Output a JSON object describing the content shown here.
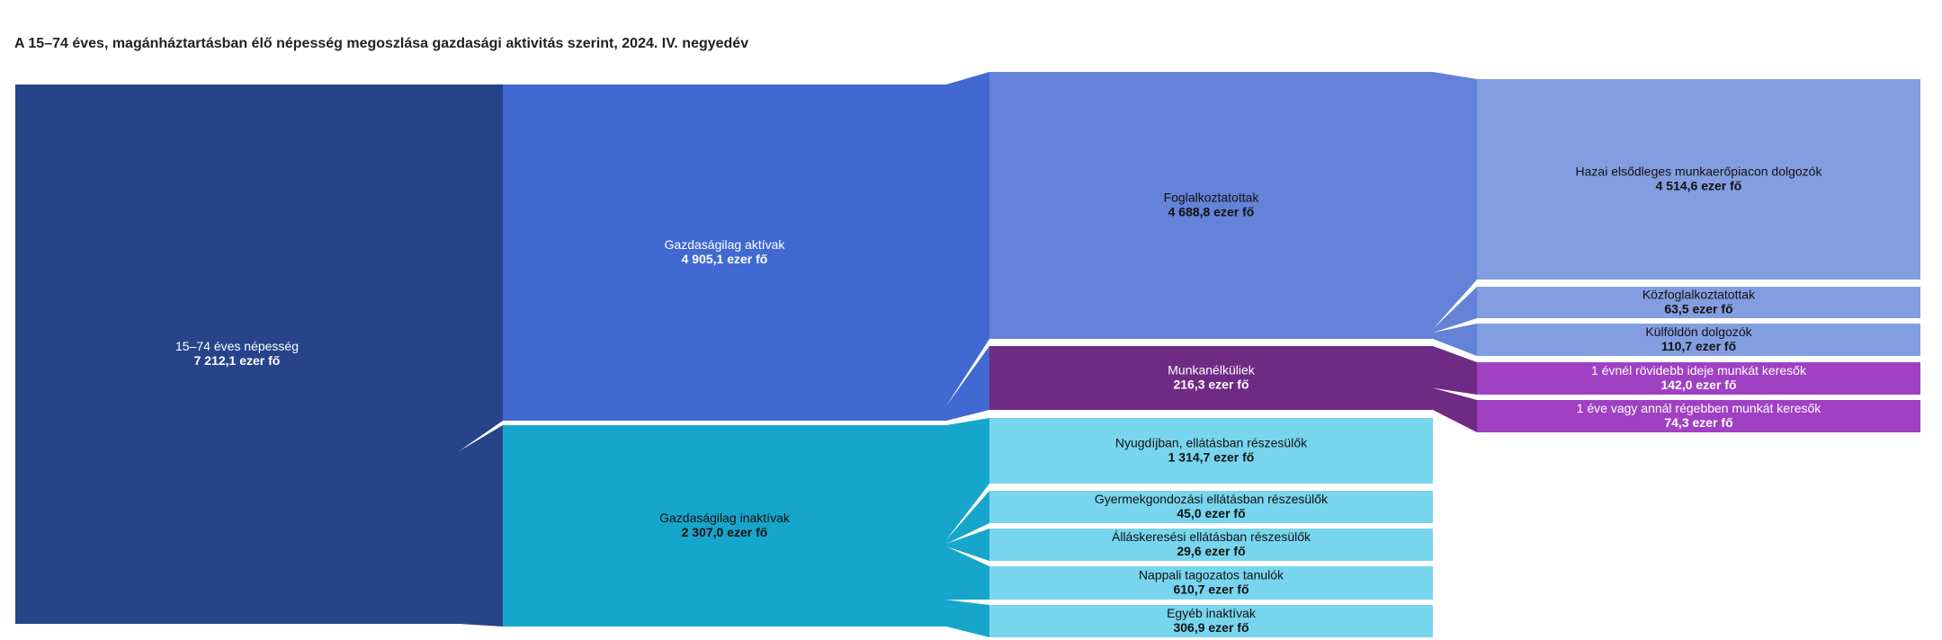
{
  "title": "A 15–74 éves, magánháztartásban élő népesség megoszlása gazdasági aktivitás szerint, 2024. IV. negyedév",
  "unit": "ezer fő",
  "colors": {
    "population": "#27448b",
    "active": "#4169d1",
    "employed": "#6382d8",
    "employed_sub": "#839ee0",
    "unemployed": "#6f2a84",
    "unemployed_sub": "#a040c3",
    "inactive": "#17a6cb",
    "inactive_sub": "#78d5ee"
  },
  "nodes": [
    {
      "id": "pop",
      "col": 0,
      "label": "15–74 éves népesség",
      "value": "7 212,1 ezer fő",
      "color": "population",
      "text": "#ffffff"
    },
    {
      "id": "act",
      "col": 1,
      "label": "Gazdaságilag aktívak",
      "value": "4 905,1 ezer fő",
      "color": "active",
      "text": "#ffffff"
    },
    {
      "id": "inact",
      "col": 1,
      "label": "Gazdaságilag inaktívak",
      "value": "2 307,0 ezer fő",
      "color": "inactive",
      "text": "#111111"
    },
    {
      "id": "emp",
      "col": 2,
      "label": "Foglalkoztatottak",
      "value": "4 688,8 ezer fő",
      "color": "employed",
      "text": "#111111"
    },
    {
      "id": "unemp",
      "col": 2,
      "label": "Munkanélküliek",
      "value": "216,3 ezer fő",
      "color": "unemployed",
      "text": "#ffffff"
    },
    {
      "id": "ret",
      "col": 2,
      "label": "Nyugdíjban, ellátásban részesülők",
      "value": "1 314,7 ezer fő",
      "color": "inactive_sub",
      "text": "#111111"
    },
    {
      "id": "child",
      "col": 2,
      "label": "Gyermekgondozási ellátásban részesülők",
      "value": "45,0 ezer fő",
      "color": "inactive_sub",
      "text": "#111111"
    },
    {
      "id": "jobs",
      "col": 2,
      "label": "Álláskeresési ellátásban részesülők",
      "value": "29,6 ezer fő",
      "color": "inactive_sub",
      "text": "#111111"
    },
    {
      "id": "stud",
      "col": 2,
      "label": "Nappali tagozatos tanulók",
      "value": "610,7 ezer fő",
      "color": "inactive_sub",
      "text": "#111111"
    },
    {
      "id": "other",
      "col": 2,
      "label": "Egyéb inaktívak",
      "value": "306,9 ezer fő",
      "color": "inactive_sub",
      "text": "#111111"
    },
    {
      "id": "dom",
      "col": 3,
      "label": "Hazai elsődleges munkaerőpiacon dolgozók",
      "value": "4 514,6 ezer fő",
      "color": "employed_sub",
      "text": "#111111"
    },
    {
      "id": "pub",
      "col": 3,
      "label": "Közfoglalkoztatottak",
      "value": "63,5 ezer fő",
      "color": "employed_sub",
      "text": "#111111"
    },
    {
      "id": "abr",
      "col": 3,
      "label": "Külföldön dolgozók",
      "value": "110,7 ezer fő",
      "color": "employed_sub",
      "text": "#111111"
    },
    {
      "id": "short",
      "col": 3,
      "label": "1 évnél rövidebb ideje munkát keresők",
      "value": "142,0 ezer fő",
      "color": "unemployed_sub",
      "text": "#ffffff"
    },
    {
      "id": "long",
      "col": 3,
      "label": "1 éve vagy annál régebben munkát keresők",
      "value": "74,3 ezer fő",
      "color": "unemployed_sub",
      "text": "#ffffff"
    }
  ],
  "links": [
    {
      "source": "pop",
      "target": "act",
      "color": "population"
    },
    {
      "source": "pop",
      "target": "inact",
      "color": "population"
    },
    {
      "source": "act",
      "target": "emp",
      "color": "active"
    },
    {
      "source": "act",
      "target": "unemp",
      "color": "active"
    },
    {
      "source": "inact",
      "target": "ret",
      "color": "inactive"
    },
    {
      "source": "inact",
      "target": "child",
      "color": "inactive"
    },
    {
      "source": "inact",
      "target": "jobs",
      "color": "inactive"
    },
    {
      "source": "inact",
      "target": "stud",
      "color": "inactive"
    },
    {
      "source": "inact",
      "target": "other",
      "color": "inactive"
    },
    {
      "source": "emp",
      "target": "dom",
      "color": "employed"
    },
    {
      "source": "emp",
      "target": "pub",
      "color": "employed"
    },
    {
      "source": "emp",
      "target": "abr",
      "color": "employed"
    },
    {
      "source": "unemp",
      "target": "short",
      "color": "unemployed"
    },
    {
      "source": "unemp",
      "target": "long",
      "color": "unemployed"
    }
  ]
}
